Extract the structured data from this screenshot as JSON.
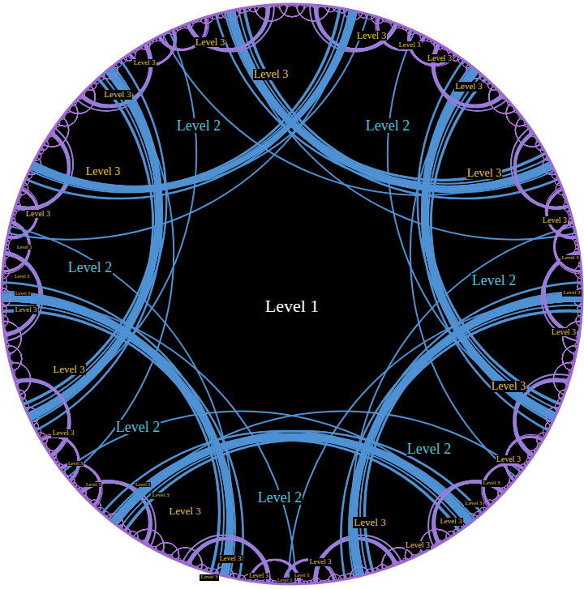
{
  "diagram": {
    "nodes": [
      {
        "text": [
          "Level 1"
        ]
      },
      {
        "text": [
          "Level 2"
        ]
      },
      {
        "text": [
          "Level 2"
        ]
      },
      {
        "text": [
          "Level 2"
        ]
      },
      {
        "text": [
          "Level 2"
        ]
      },
      {
        "text": [
          "Level 2"
        ]
      },
      {
        "text": [
          "Level 2"
        ]
      },
      {
        "text": [
          "Level 2"
        ]
      },
      {
        "text": [
          "Level 3"
        ]
      },
      {
        "text": [
          "Level 3"
        ]
      },
      {
        "text": [
          "Level 3"
        ]
      },
      {
        "text": [
          "Level 3"
        ]
      },
      {
        "text": [
          "Level 3"
        ]
      },
      {
        "text": [
          "Level 3"
        ]
      },
      {
        "text": [
          "Level 3"
        ]
      },
      {
        "text": [
          "Level 3"
        ]
      },
      {
        "text": [
          "Level 3"
        ]
      },
      {
        "text": [
          "Level 3"
        ]
      },
      {
        "text": [
          "Level 3"
        ]
      },
      {
        "text": [
          "Level 3"
        ]
      },
      {
        "text": [
          "Level 3"
        ]
      },
      {
        "text": [
          "Level 3"
        ]
      },
      {
        "text": [
          "Level 3"
        ]
      },
      {
        "text": [
          "Level 3"
        ]
      },
      {
        "text": [
          "Level 3"
        ]
      },
      {
        "text": [
          "Level 3"
        ]
      },
      {
        "text": [
          "Level 3"
        ]
      },
      {
        "text": [
          "Level 3"
        ]
      },
      {
        "text": [
          "Level 3"
        ]
      },
      {
        "text": [
          "Level 3"
        ]
      },
      {
        "text": [
          "Level 3"
        ]
      },
      {
        "text": [
          "Level 3"
        ]
      },
      {
        "text": [
          "Level 3"
        ]
      },
      {
        "text": [
          "Level 3"
        ]
      },
      {
        "text": [
          "Level 3"
        ]
      },
      {
        "text": [
          "Level 3"
        ]
      },
      {
        "text": [
          "Level 3"
        ]
      },
      {
        "text": [
          "Level 3"
        ]
      },
      {
        "text": [
          "Level 3"
        ]
      },
      {
        "text": [
          "Level 3"
        ]
      },
      {
        "text": [
          "Level 3"
        ]
      },
      {
        "text": [
          "Level 3"
        ]
      },
      {
        "text": [
          "Level 3"
        ]
      },
      {
        "text": [
          "Level 3"
        ]
      },
      {
        "text": [
          "Level 3"
        ]
      },
      {
        "text": [
          "Level 3"
        ]
      },
      {
        "text": [
          "Level 3"
        ]
      }
    ]
  }
}
